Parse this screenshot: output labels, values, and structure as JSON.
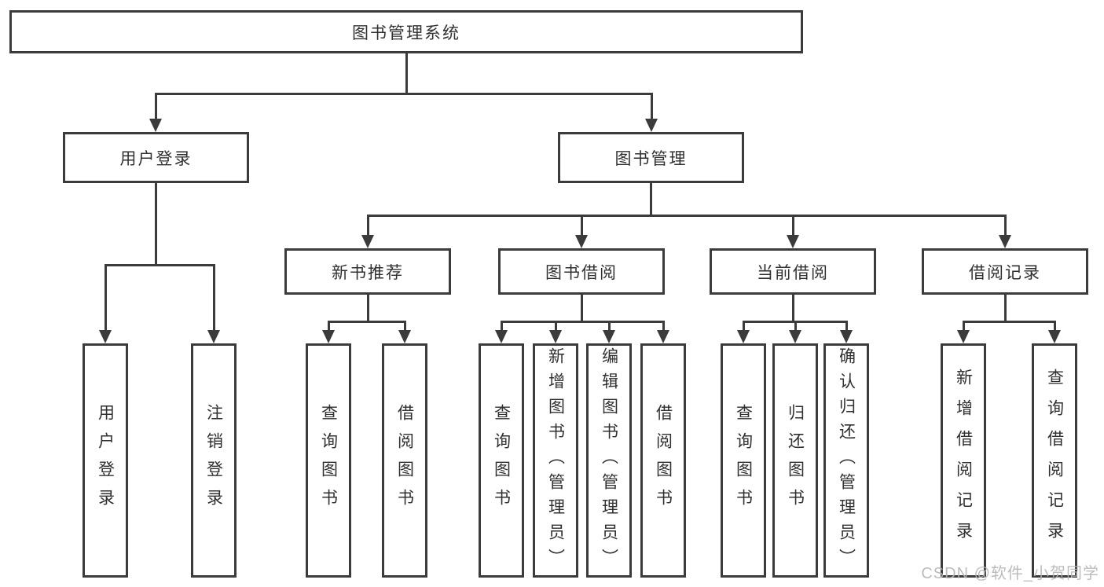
{
  "diagram_title": "图书管理系统",
  "tree": {
    "root": "图书管理系统",
    "branches": [
      {
        "label": "用户登录",
        "children": [
          "用户登录",
          "注销登录"
        ]
      },
      {
        "label": "图书管理",
        "groups": [
          {
            "label": "新书推荐",
            "children": [
              "查询图书",
              "借阅图书"
            ]
          },
          {
            "label": "图书借阅",
            "children": [
              "查询图书",
              "新增图书（管理员）",
              "编辑图书（管理员）",
              "借阅图书"
            ]
          },
          {
            "label": "当前借阅",
            "children": [
              "查询图书",
              "归还图书",
              "确认归还（管理员）"
            ]
          },
          {
            "label": "借阅记录",
            "children": [
              "新增借阅记录",
              "查询借阅记录"
            ]
          }
        ]
      }
    ]
  },
  "watermark": "CSDN @软件_小贺同学",
  "colors": {
    "line": "#3b3b3b",
    "text": "#303030",
    "watermark": "#b5b5b5",
    "background": "#ffffff"
  }
}
